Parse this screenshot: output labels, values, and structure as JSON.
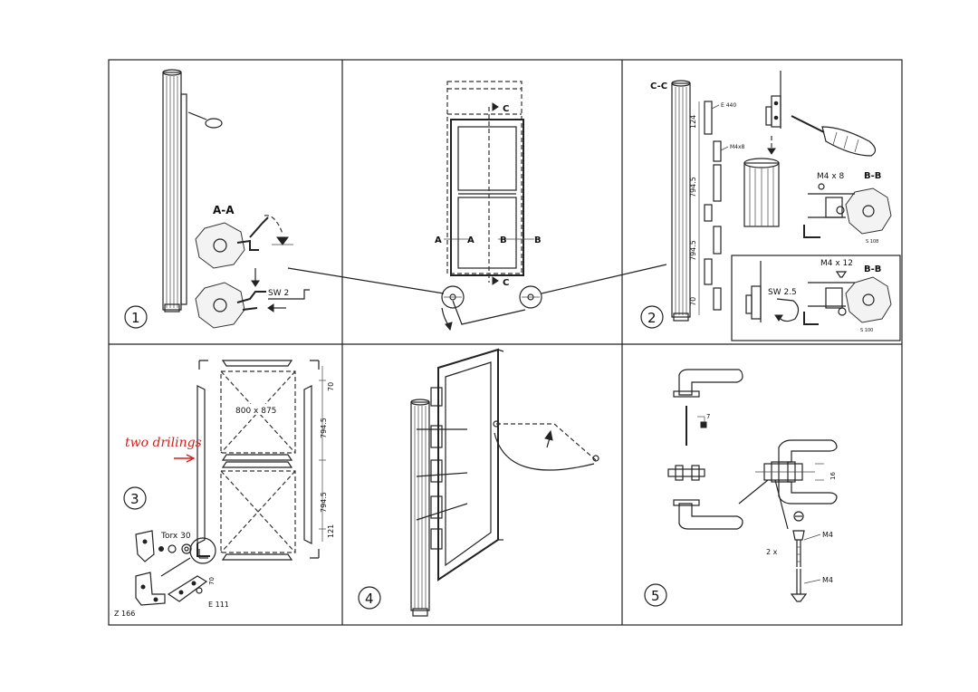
{
  "steps": [
    "1",
    "2",
    "3",
    "4",
    "5"
  ],
  "panel1": {
    "section": "A-A",
    "tool": "SW 2"
  },
  "panel_center": {
    "labels": [
      "C",
      "C",
      "A",
      "A",
      "B",
      "B"
    ]
  },
  "panel2": {
    "section_cc": "C-C",
    "e440": "E 440",
    "m4x8_small": "M4x8",
    "dims": [
      "124",
      "794.5",
      "794.5",
      "70"
    ],
    "screw_top": "M4 x 8",
    "section_bb_top": "B-B",
    "code_top": "S 108",
    "screw_bottom": "M4 x 12",
    "section_bb_bottom": "B-B",
    "tool": "SW 2.5",
    "code_bottom": "S 100"
  },
  "panel3": {
    "annotation": "two drilings",
    "glass_size": "800 x 875",
    "dims": [
      "70",
      "794.5",
      "794.5",
      "121"
    ],
    "torx": "Torx 30",
    "dim_70": "70",
    "e111": "E 111",
    "z166": "Z 166"
  },
  "panel5": {
    "dim_7": "7",
    "dim_16": "16",
    "m4_top": "M4",
    "multiplier": "2 x",
    "m4_bottom": "M4"
  }
}
